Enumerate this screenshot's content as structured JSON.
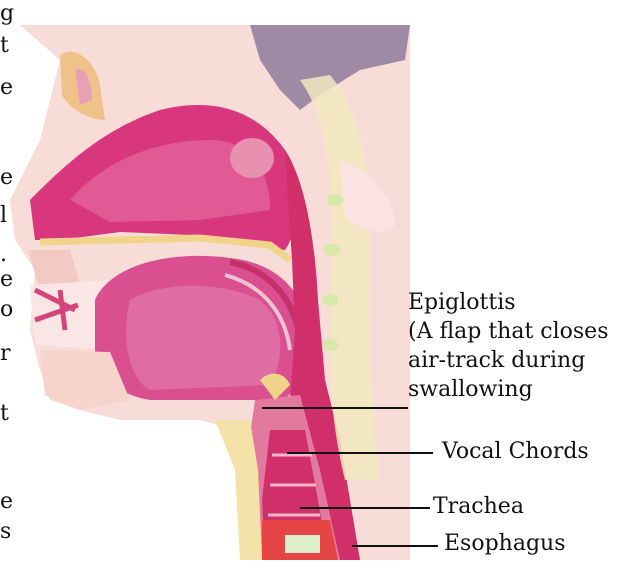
{
  "labels": {
    "epiglottis_line1": "Epiglottis",
    "epiglottis_line2": "(A flap that closes",
    "epiglottis_line3": "air-track during",
    "epiglottis_line4": "swallowing",
    "vocal_chords": "Vocal Chords",
    "trachea": "Trachea",
    "esophagus": "Esophagus"
  },
  "margin_fragments": [
    "g",
    "t",
    "e",
    "e",
    "l",
    ".",
    "e",
    "o",
    "r",
    "t",
    "e",
    "s"
  ],
  "colors": {
    "background": "#ffffff",
    "skin": "#f7d9d2",
    "nasal_cavity": "#d8377e",
    "tongue": "#d94f8f",
    "brain_area": "#9f8aa6",
    "trachea": "#d12f6a",
    "bone": "#f3e3a8"
  }
}
